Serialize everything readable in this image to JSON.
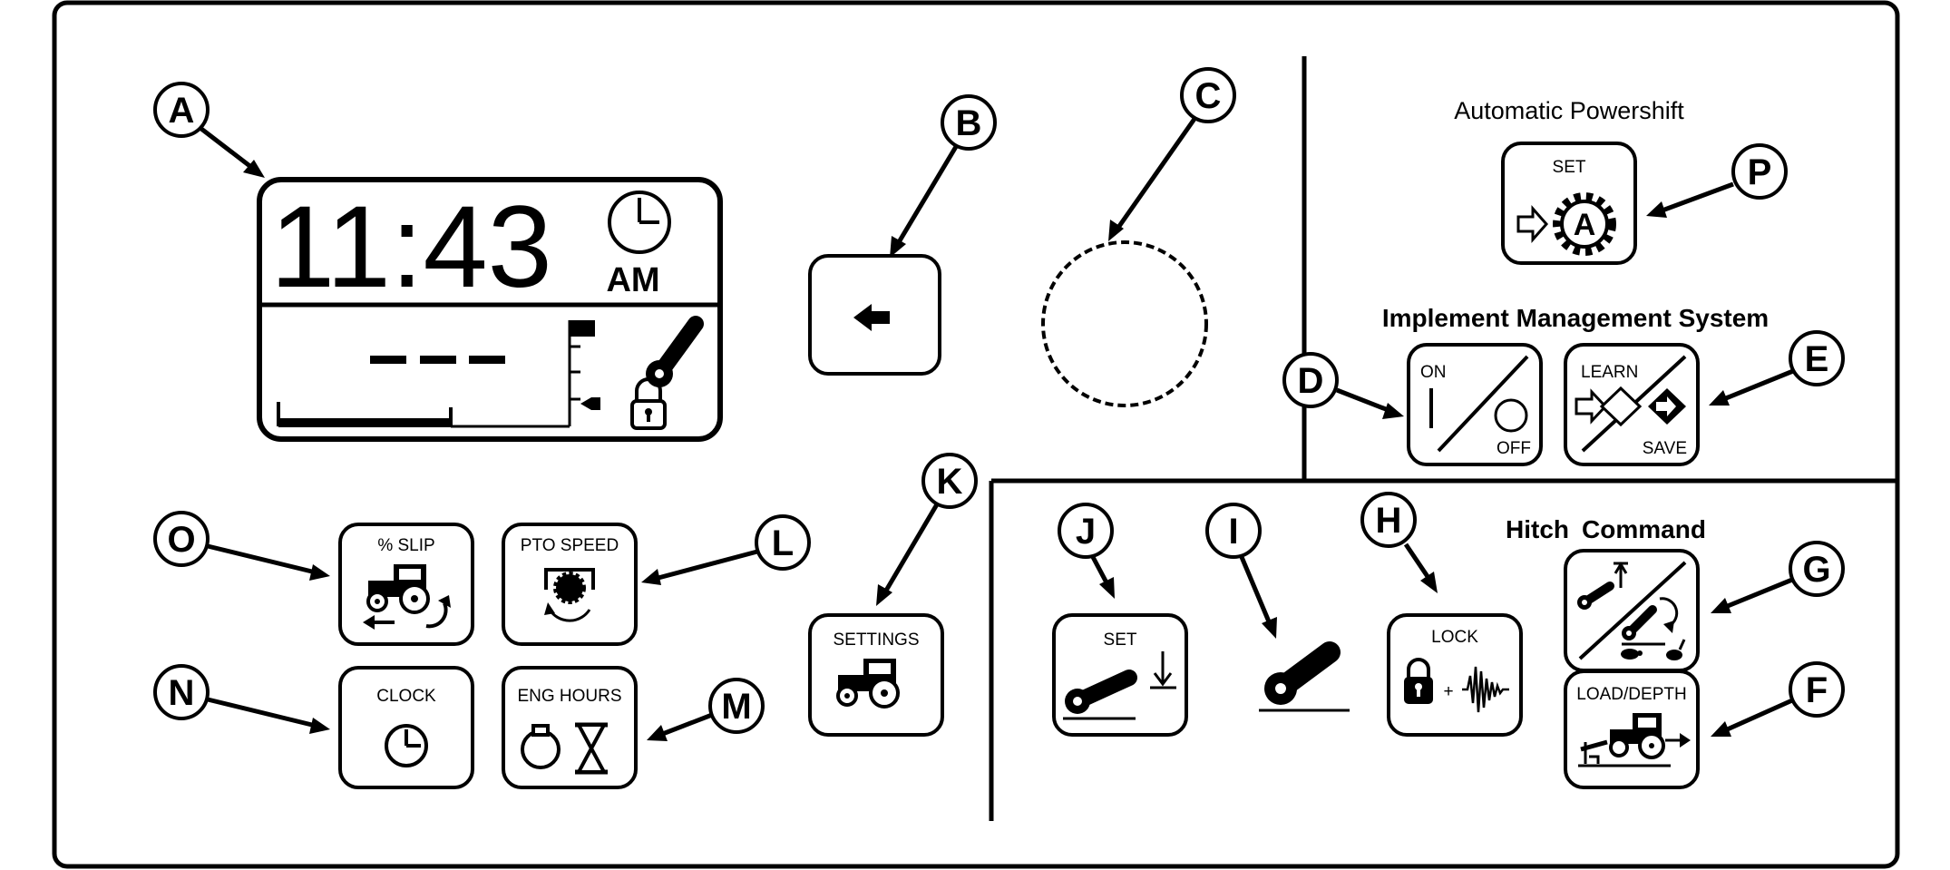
{
  "callouts": {
    "A": "A",
    "B": "B",
    "C": "C",
    "D": "D",
    "E": "E",
    "F": "F",
    "G": "G",
    "H": "H",
    "I": "I",
    "J": "J",
    "K": "K",
    "L": "L",
    "M": "M",
    "N": "N",
    "O": "O",
    "P": "P"
  },
  "display": {
    "time": "11:43",
    "ampm": "AM",
    "dashes": "– – –"
  },
  "headings": {
    "powershift": "Automatic Powershift",
    "ims_1": "I",
    "ims_1b": "mplement ",
    "ims_2": "M",
    "ims_2b": "anagement ",
    "ims_3": "S",
    "ims_3b": "ystem",
    "hitch_1": "H",
    "hitch_1b": "itch",
    "hitch_2": "C",
    "hitch_2b": "ommand"
  },
  "buttons": {
    "powershift_set": "SET",
    "ims_on": "ON",
    "ims_off": "OFF",
    "learn": "LEARN",
    "save": "SAVE",
    "slip": "% SLIP",
    "pto_speed": "PTO SPEED",
    "clock": "CLOCK",
    "eng_hours": "ENG HOURS",
    "settings": "SETTINGS",
    "hitch_set": "SET",
    "lock": "LOCK",
    "lock_plus": "+",
    "load_depth": "LOAD/DEPTH"
  },
  "icons": {
    "back_arrow": "back-arrow-icon",
    "dial": "rotary-dial-icon",
    "clock": "clock-icon",
    "lock": "padlock-icon",
    "tractor": "tractor-icon",
    "hitch_lever": "hitch-lever-icon",
    "gear": "gear-icon",
    "hourglass": "hourglass-icon"
  }
}
